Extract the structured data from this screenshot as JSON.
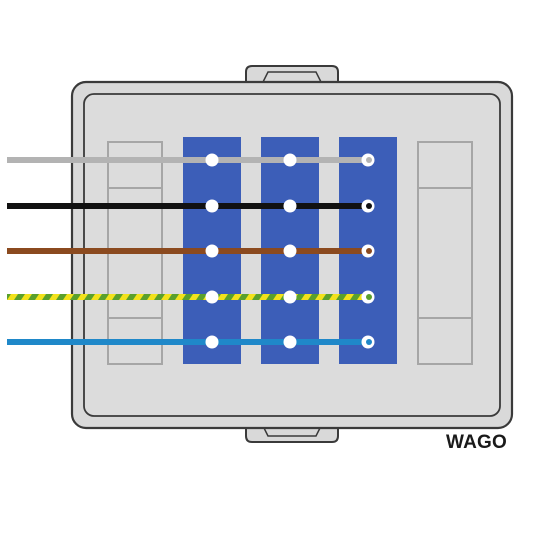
{
  "brand": {
    "name": "WAGO"
  },
  "colors": {
    "housing_fill": "#d9d9d9",
    "housing_stroke": "#3a3a3a",
    "inner_fill": "#dcdcdc",
    "slot_stroke": "#a6a6a6",
    "terminal_block": "#3c5eb8",
    "terminal_hole": "#ffffff"
  },
  "terminal_blocks": {
    "count": 3,
    "clamp_points_per_block": 5
  },
  "wires": [
    {
      "name": "grey-wire",
      "colors": [
        "#b3b3b3"
      ],
      "striped": false
    },
    {
      "name": "black-wire",
      "colors": [
        "#111111"
      ],
      "striped": false
    },
    {
      "name": "brown-wire",
      "colors": [
        "#8b4a1f"
      ],
      "striped": false
    },
    {
      "name": "green-yellow-wire",
      "colors": [
        "#5aa02c",
        "#f2e21b"
      ],
      "striped": true
    },
    {
      "name": "blue-wire",
      "colors": [
        "#1f88c9"
      ],
      "striped": false
    }
  ]
}
